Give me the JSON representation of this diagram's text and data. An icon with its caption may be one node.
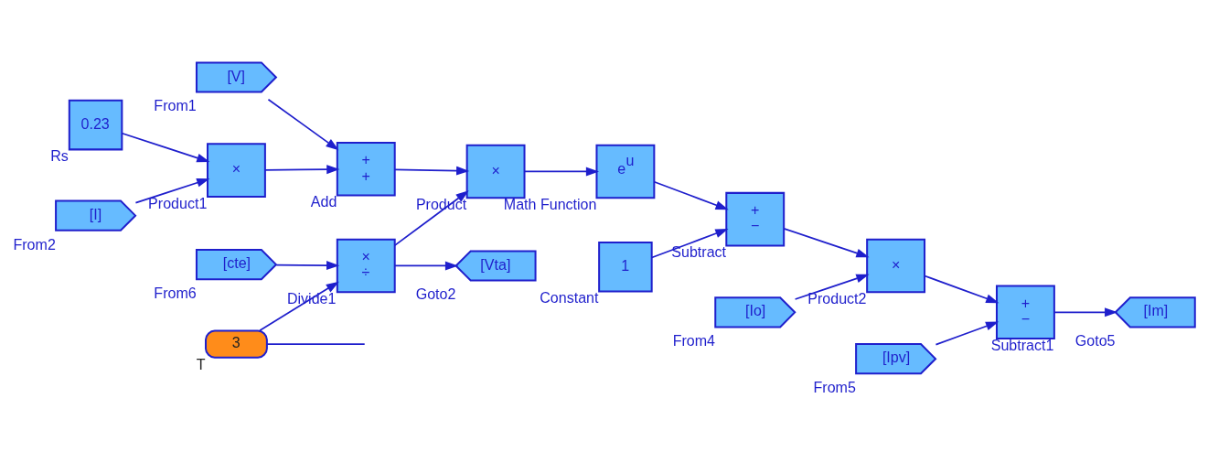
{
  "diagram": {
    "nodes": [
      {
        "text": [
          "[V]",
          "From1"
        ]
      },
      {
        "text": [
          "+",
          "+",
          "Add"
        ]
      },
      {
        "text": [
          "0.23",
          "Rs"
        ]
      },
      {
        "text": [
          "×",
          "Product1"
        ]
      },
      {
        "text": [
          "[I]",
          "From2"
        ]
      },
      {
        "text": [
          "×",
          "Product"
        ]
      },
      {
        "text": [
          "e$^{u}$",
          "Math Function"
        ]
      },
      {
        "text": [
          "[Ipv]",
          "From5"
        ]
      },
      {
        "text": [
          "+",
          "−",
          "Subtract"
        ]
      },
      {
        "text": [
          "1",
          "Constant"
        ]
      },
      {
        "text": [
          "×",
          "Product2"
        ]
      },
      {
        "text": [
          "+",
          "−",
          "Subtract1"
        ]
      },
      {
        "text": [
          "[Im]",
          "Goto5"
        ]
      },
      {
        "text": [
          "[Io]",
          "From4"
        ]
      },
      {
        "text": [
          "[cte]",
          "From6"
        ]
      },
      {
        "text": [
          "×",
          "÷",
          "Divide1"
        ]
      },
      {
        "text": [
          "[Vta]",
          "Goto2"
        ]
      },
      {
        "text": [
          "3",
          "T"
        ]
      }
    ],
    "edges": [
      {
        "from": 0,
        "to": 1,
        "arrow": "to"
      },
      {
        "from": 3,
        "to": 1,
        "arrow": "to"
      },
      {
        "from": 2,
        "to": 3,
        "arrow": "to"
      },
      {
        "from": 4,
        "to": 3,
        "arrow": "to"
      },
      {
        "from": 1,
        "to": 5,
        "arrow": "to"
      },
      {
        "from": 15,
        "to": 5,
        "arrow": "to"
      },
      {
        "from": 5,
        "to": 6,
        "arrow": "to"
      },
      {
        "from": 6,
        "to": 8,
        "arrow": "to"
      },
      {
        "from": 9,
        "to": 8,
        "arrow": "to"
      },
      {
        "from": 8,
        "to": 10,
        "arrow": "to"
      },
      {
        "from": 13,
        "to": 10,
        "arrow": "to"
      },
      {
        "from": 7,
        "to": 11,
        "arrow": "to"
      },
      {
        "from": 10,
        "to": 11,
        "arrow": "to"
      },
      {
        "from": 11,
        "to": 12,
        "arrow": "to"
      },
      {
        "from": 14,
        "to": 15,
        "arrow": "to"
      },
      {
        "from": 17,
        "to": 15,
        "arrow": "to"
      },
      {
        "from": 15,
        "to": 16,
        "arrow": "to"
      },
      {
        "from": 17,
        "to": null,
        "arrow": "none"
      }
    ]
  }
}
